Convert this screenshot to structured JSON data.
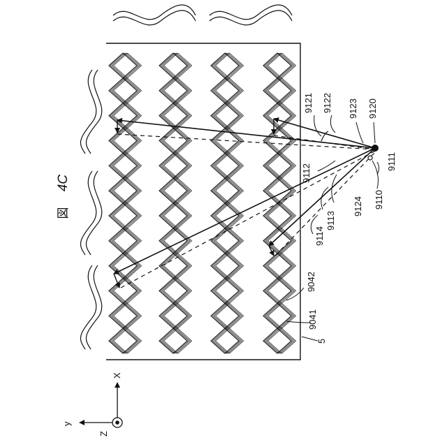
{
  "figure": {
    "title": "図 4C",
    "title_glyph": "図",
    "title_text": "4C"
  },
  "labels": {
    "l9121": "9121",
    "l9122": "9122",
    "l9123": "9123",
    "l9120": "9120",
    "l9112": "9112",
    "l9111": "9111",
    "l9110": "9110",
    "l9124": "9124",
    "l9113": "9113",
    "l9114": "9114",
    "l9042": "9042",
    "l9041": "9041",
    "l5": "5"
  },
  "axes": {
    "x": "X",
    "y": "y",
    "z": "Z"
  },
  "structure": {
    "rows": 4,
    "diamonds_per_row": 12
  },
  "colors": {
    "ink": "#111111",
    "background": "#ffffff"
  }
}
